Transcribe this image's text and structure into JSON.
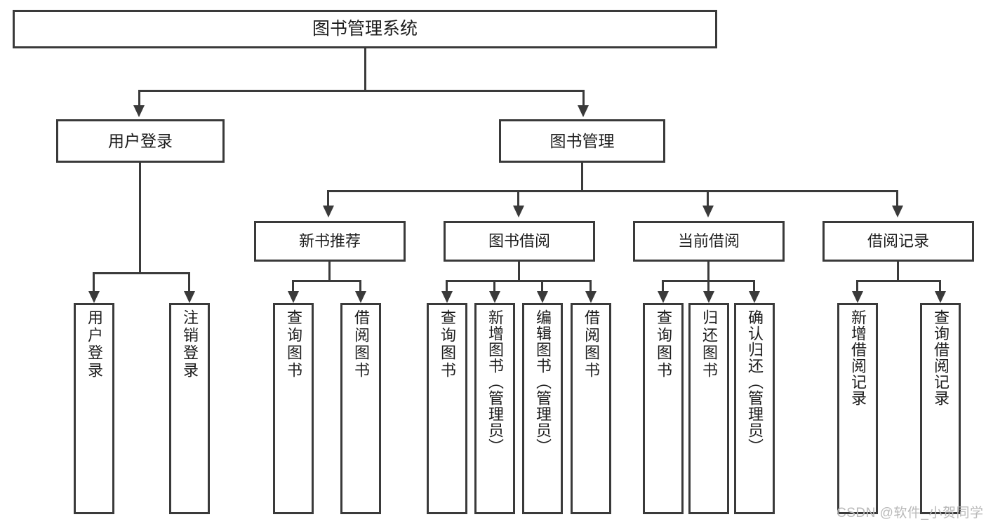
{
  "diagram": {
    "title": "图书管理系统",
    "type": "tree",
    "watermark": "CSDN @软件_小贺同学",
    "root": {
      "label": "图书管理系统"
    },
    "level2": [
      {
        "label": "用户登录"
      },
      {
        "label": "图书管理"
      }
    ],
    "level3": [
      {
        "label": "新书推荐"
      },
      {
        "label": "图书借阅"
      },
      {
        "label": "当前借阅"
      },
      {
        "label": "借阅记录"
      }
    ],
    "leaves": {
      "user_login": [
        {
          "label": "用户登录"
        },
        {
          "label": "注销登录"
        }
      ],
      "new_book_recommend": [
        {
          "label": "查询图书"
        },
        {
          "label": "借阅图书"
        }
      ],
      "book_borrow": [
        {
          "label": "查询图书"
        },
        {
          "label": "新增图书（管理员）"
        },
        {
          "label": "编辑图书（管理员）"
        },
        {
          "label": "借阅图书"
        }
      ],
      "current_borrow": [
        {
          "label": "查询图书"
        },
        {
          "label": "归还图书"
        },
        {
          "label": "确认归还（管理员）"
        }
      ],
      "borrow_record": [
        {
          "label": "新增借阅记录"
        },
        {
          "label": "查询借阅记录"
        }
      ]
    }
  },
  "colors": {
    "border": "#3a3a3a",
    "fill": "#ffffff",
    "text": "#1d1d1d",
    "watermark": "#b9b9b9"
  }
}
